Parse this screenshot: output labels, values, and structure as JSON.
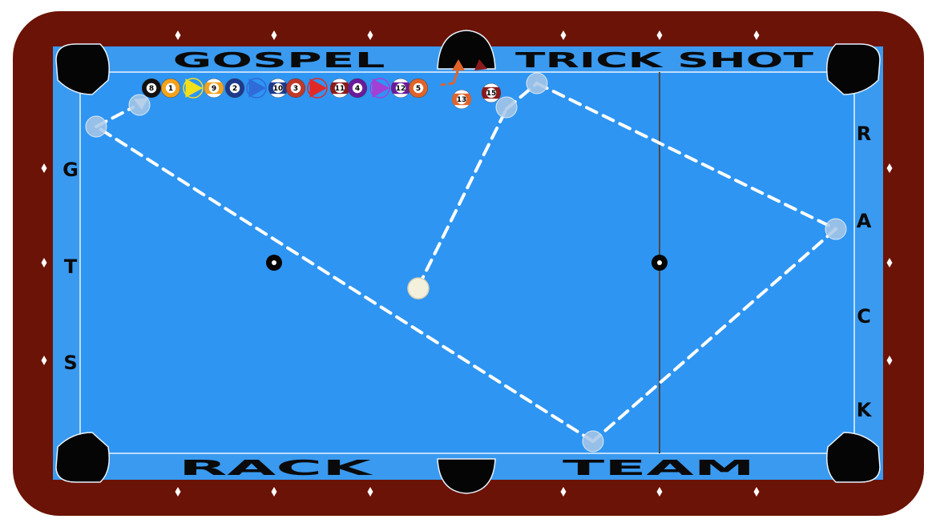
{
  "rail_text": {
    "top_left": "GOSPEL",
    "top_right": "TRICK SHOT",
    "bottom_left": "RACK",
    "bottom_right": "TEAM"
  },
  "side_letters_left": [
    "G",
    "T",
    "S"
  ],
  "side_letters_right": [
    "R",
    "A",
    "C",
    "K"
  ],
  "rack_row": [
    {
      "kind": "ball",
      "num": "8",
      "color": "#111111",
      "stripe": false
    },
    {
      "kind": "ball",
      "num": "1",
      "color": "#f3a21c",
      "stripe": false
    },
    {
      "kind": "arrow",
      "color": "#f2e01b"
    },
    {
      "kind": "ball",
      "num": "9",
      "color": "#f3a21c",
      "stripe": true
    },
    {
      "kind": "ball",
      "num": "2",
      "color": "#1f3a8a",
      "stripe": false
    },
    {
      "kind": "arrow",
      "color": "#2f6bd9"
    },
    {
      "kind": "ball",
      "num": "10",
      "color": "#1f3a8a",
      "stripe": true
    },
    {
      "kind": "ball",
      "num": "3",
      "color": "#c0392b",
      "stripe": false
    },
    {
      "kind": "arrow",
      "color": "#e02a2a"
    },
    {
      "kind": "ball",
      "num": "11",
      "color": "#8b1a1a",
      "stripe": true
    },
    {
      "kind": "ball",
      "num": "4",
      "color": "#6a1b9a",
      "stripe": false
    },
    {
      "kind": "arrow",
      "color": "#a43fd6"
    },
    {
      "kind": "ball",
      "num": "12",
      "color": "#6a1b9a",
      "stripe": true
    },
    {
      "kind": "ball",
      "num": "5",
      "color": "#e0632a",
      "stripe": false
    }
  ],
  "pocket_balls": [
    {
      "num": "13",
      "color": "#e0632a",
      "stripe": true
    },
    {
      "num": "15",
      "color": "#8b1a1a",
      "stripe": true
    }
  ],
  "colors": {
    "rail_wood": "#6b1306",
    "cushion": "#3a9af0",
    "felt": "#2e95f3",
    "pocket": "#050505",
    "path": "#ffffff",
    "cue_ball": "#f3f0dc",
    "ghost_ball": "#a9c8e6"
  },
  "icons": [
    "diamond-sight-icon",
    "pocket-icon",
    "spot-marker-icon",
    "direction-arrow-icon"
  ]
}
